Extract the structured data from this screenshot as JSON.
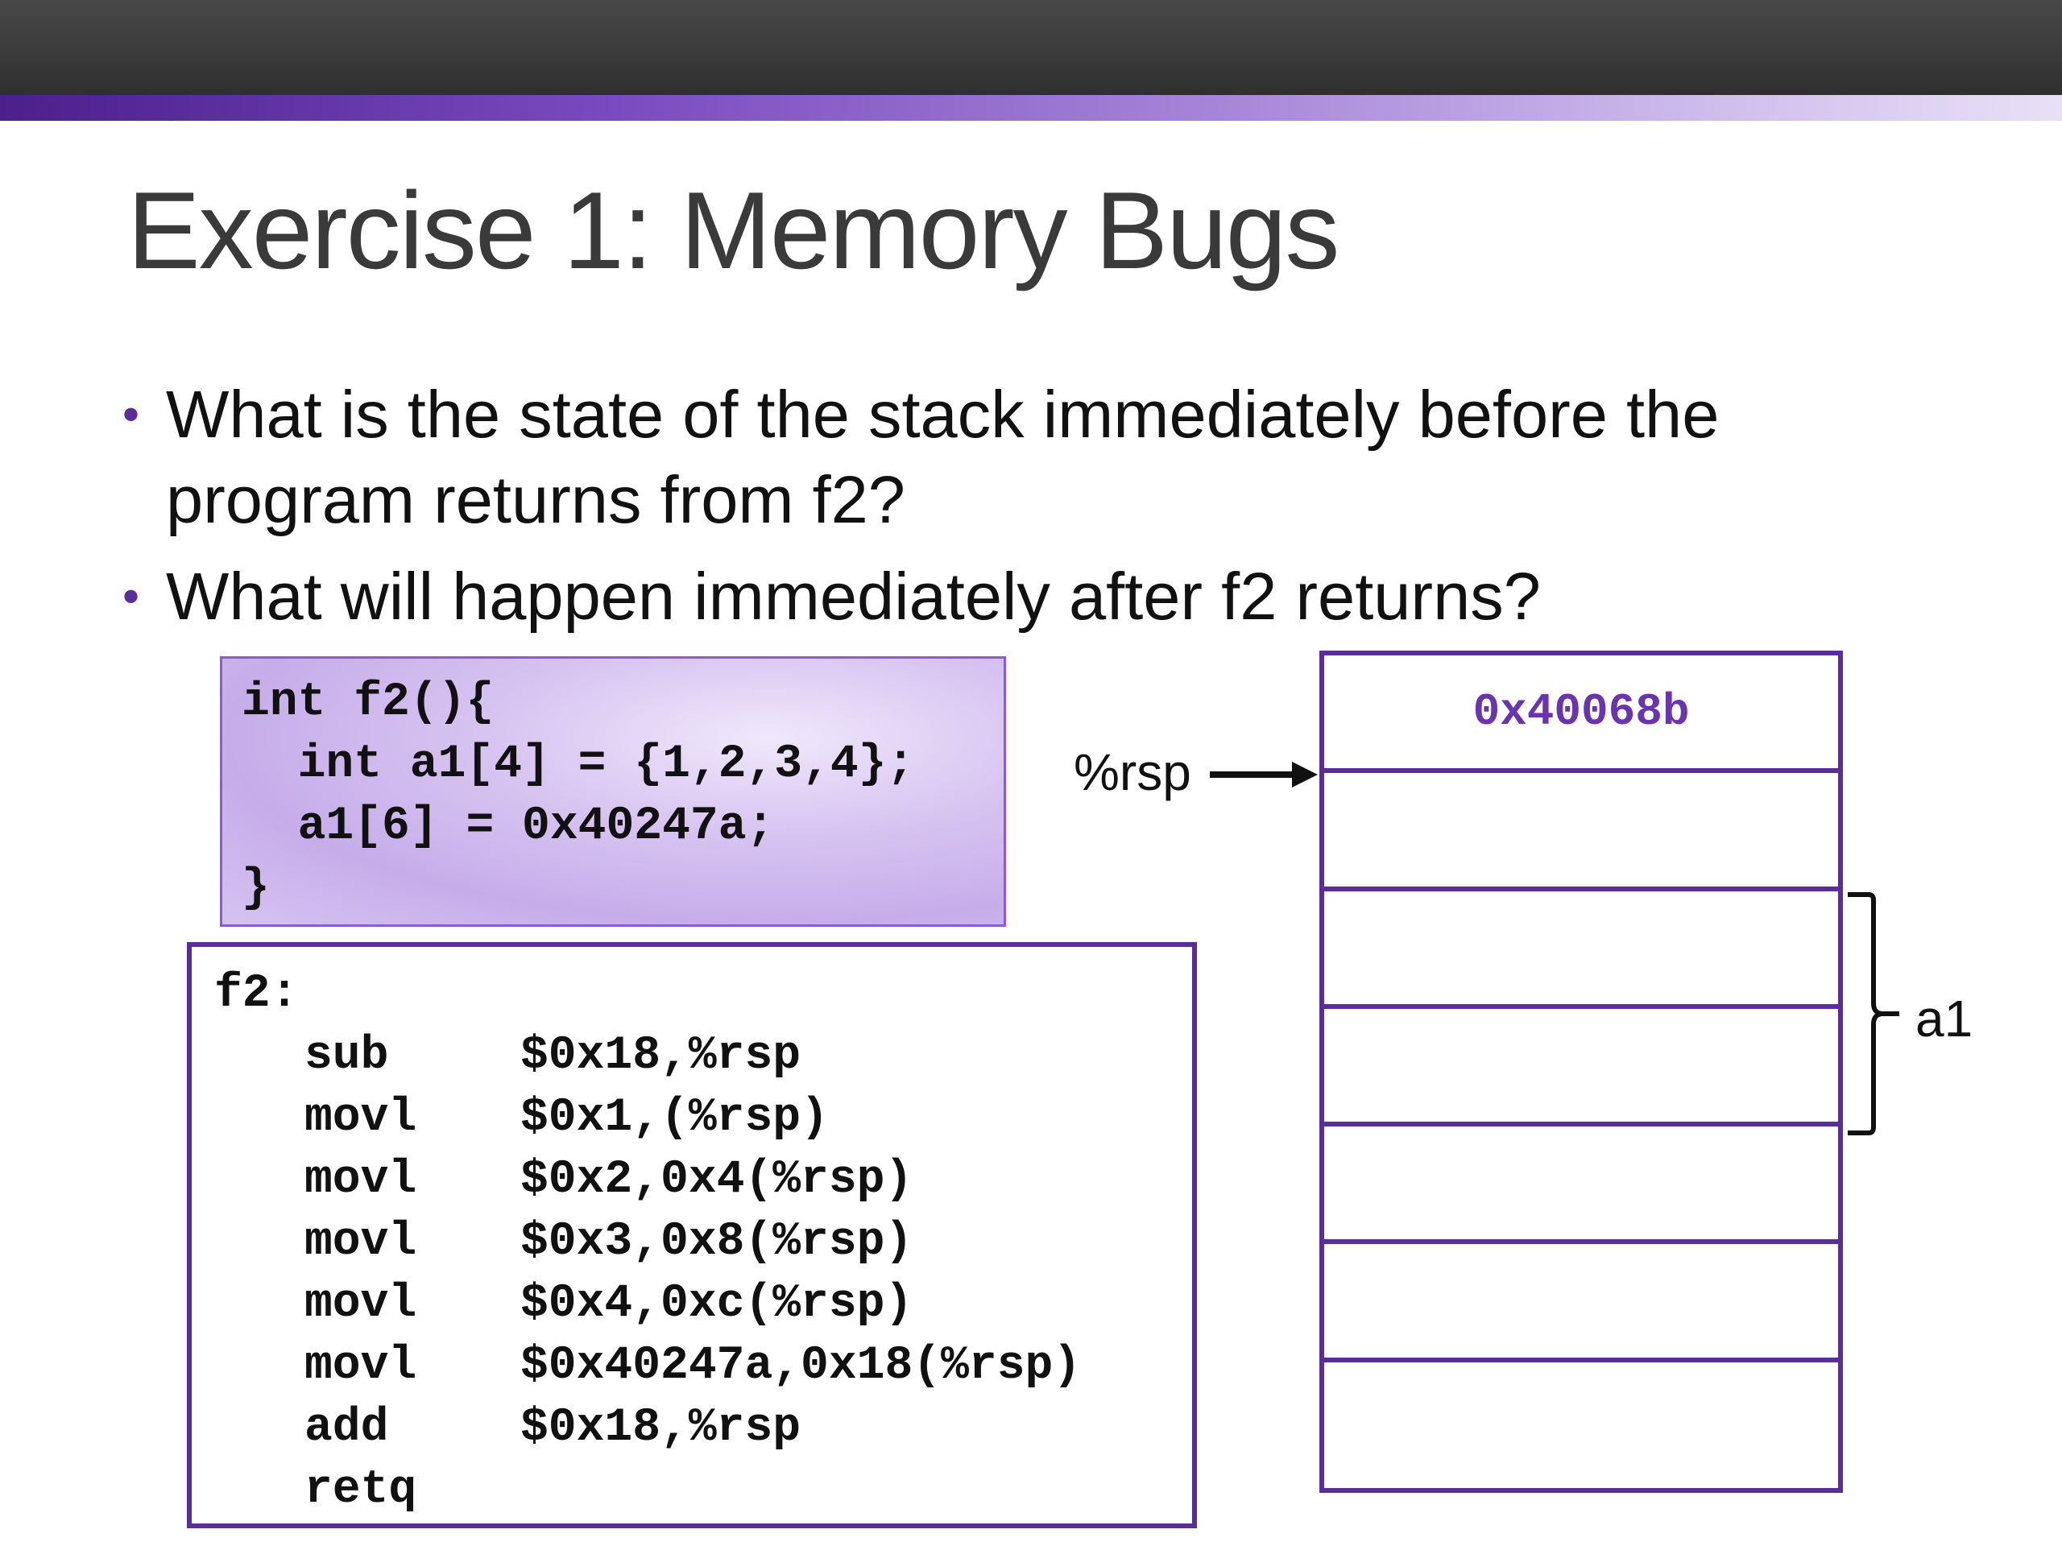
{
  "slide": {
    "title": "Exercise 1: Memory Bugs",
    "bullets": [
      "What is the state of the stack immediately before the program returns from f2?",
      "What will happen immediately after f2 returns?"
    ]
  },
  "c_code": {
    "lines": [
      "int f2(){",
      "  int a1[4] = {1,2,3,4};",
      "  a1[6] = 0x40247a;",
      "}"
    ]
  },
  "assembly": {
    "label": "f2:",
    "instructions": [
      {
        "op": "sub",
        "args": "$0x18,%rsp"
      },
      {
        "op": "movl",
        "args": "$0x1,(%rsp)"
      },
      {
        "op": "movl",
        "args": "$0x2,0x4(%rsp)"
      },
      {
        "op": "movl",
        "args": "$0x3,0x8(%rsp)"
      },
      {
        "op": "movl",
        "args": "$0x4,0xc(%rsp)"
      },
      {
        "op": "movl",
        "args": "$0x40247a,0x18(%rsp)"
      },
      {
        "op": "add",
        "args": "$0x18,%rsp"
      },
      {
        "op": "retq",
        "args": ""
      }
    ]
  },
  "stack": {
    "cells": [
      "0x40068b",
      "",
      "",
      "",
      "",
      "",
      ""
    ],
    "rsp_label": "%rsp",
    "a1_label": "a1"
  },
  "colors": {
    "accent": "#5b2d9a",
    "address_text": "#6a34b0"
  }
}
